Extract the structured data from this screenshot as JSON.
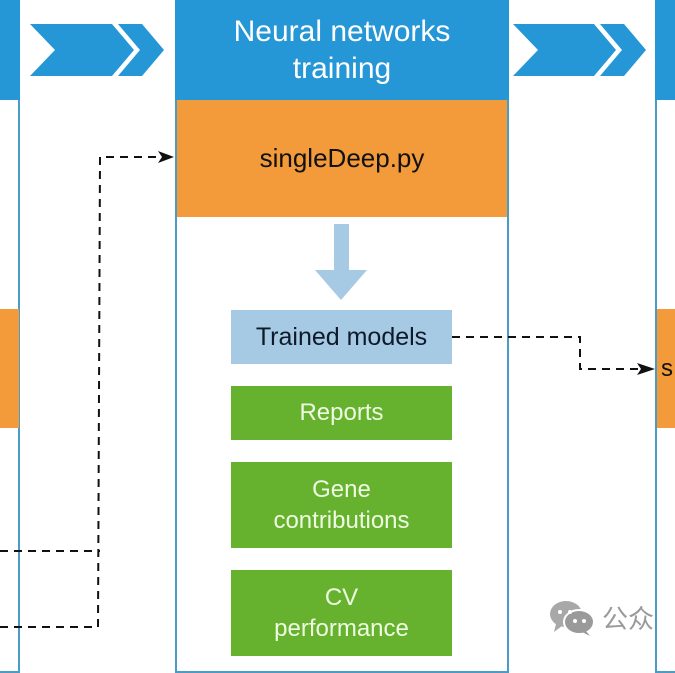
{
  "center_panel": {
    "header": "Neural networks training",
    "header_line1": "Neural networks",
    "header_line2": "training",
    "script": "singleDeep.py",
    "output": "Trained models",
    "results": [
      {
        "line1": "Reports",
        "line2": ""
      },
      {
        "line1": "Gene",
        "line2": "contributions"
      },
      {
        "line1": "CV",
        "line2": "performance"
      }
    ]
  },
  "right_panel": {
    "script_partial": "s"
  },
  "watermark": {
    "text": "公众",
    "icon": "wechat-icon"
  },
  "colors": {
    "header_blue": "#2596d6",
    "script_orange": "#f39a3a",
    "output_lightblue": "#a6cae3",
    "result_green": "#66b22e",
    "panel_border": "#4a9cc7"
  }
}
